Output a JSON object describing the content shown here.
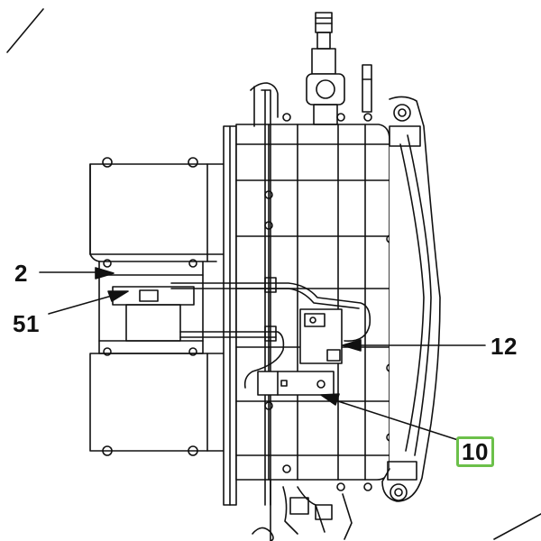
{
  "diagram": {
    "callouts": [
      {
        "id": "c2",
        "label": "2"
      },
      {
        "id": "c51",
        "label": "51"
      },
      {
        "id": "c12",
        "label": "12"
      },
      {
        "id": "c10",
        "label": "10",
        "highlighted": true
      }
    ],
    "highlight_color": "#6cc04a",
    "line_color": "#111111"
  }
}
